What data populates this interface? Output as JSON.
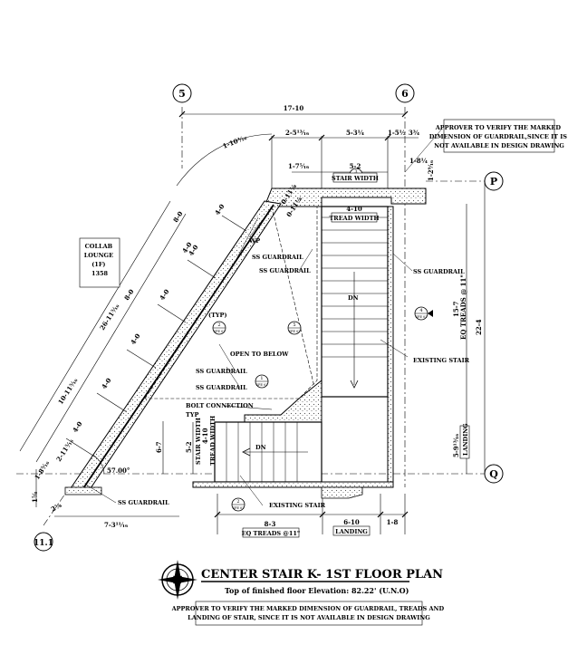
{
  "grid": {
    "col_5": "5",
    "col_6": "6",
    "row_p": "P",
    "row_q": "Q",
    "col_11_1": "11.1"
  },
  "dimensions": {
    "overall_width": "17-10",
    "top_a": "2-5¹³⁄₁₆",
    "top_b": "5-3¹⁄₄",
    "top_c": "1-5¹⁄₂",
    "top_d": "3³⁄₄",
    "arc": "1-10³⁄₁₆",
    "small_a": "1-7⁵⁄₁₆",
    "stair_width_top_value": "5-2",
    "stair_width_label": "STAIR WIDTH",
    "guard_gap": "1-8¹⁄₄",
    "right_small": "1-2⁹⁄₁₆",
    "tread_width_top_value": "4-10",
    "tread_width_label": "TREAD WIDTH",
    "rail_a": "0-11¹⁄₈",
    "rail_b": "0-11¹⁄₈",
    "diag_segments": [
      "4-0",
      "4-0",
      "4-0",
      "4-0",
      "4-0",
      "4-0",
      "4-0"
    ],
    "diag_outer_a": "8-0",
    "diag_outer_b": "8-0",
    "diag_total": "26-11⁵⁄₁₆",
    "diag_mid": "10-11⁵⁄₁₆",
    "diag_low": "2-11⁵⁄₁₆",
    "left_small_a": "1-8⁵⁄₁₆",
    "left_small_b": "1⁵⁄₈",
    "bottom_left_small": "2⁵⁄₈",
    "bottom_left": "7-3¹¹⁄₁₆",
    "angle": "57.00°",
    "right_eq_treads": "EQ TREADS @ 11\"",
    "right_eq_value": "15-7",
    "right_total": "22-4",
    "landing_right_value": "5-9¹³⁄₁₆",
    "landing_label": "LANDING",
    "lower_height": "6-7",
    "lower_stair_width_value": "5-2",
    "lower_tread_width_value": "4-10",
    "bottom_treads_value": "8-3",
    "bottom_treads_label": "EQ TREADS @11\"",
    "bottom_landing_value": "6-10",
    "bottom_right": "1-8"
  },
  "labels": {
    "room_name": "COLLAB\nLOUNGE\n(1F)\n1358",
    "wp": "WP",
    "ss_guardrail": "SS GUARDRAIL",
    "dn": "DN",
    "typ": "(TYP)",
    "open_below": "OPEN TO BELOW",
    "existing_stair": "EXISTING STAIR",
    "bolt_connection": "BOLT CONNECTION",
    "typ_plain": "TYP"
  },
  "callouts": [
    {
      "num": "3",
      "sheet": "SPE 02"
    },
    {
      "num": "4",
      "sheet": "SPE 02"
    },
    {
      "num": "5",
      "sheet": "SPE 02"
    },
    {
      "num": "1",
      "sheet": "SPE 02"
    },
    {
      "num": "2",
      "sheet": "SPE 02"
    },
    {
      "num": "2",
      "sheet": "SPE 02"
    }
  ],
  "notes": {
    "approver_top": "APPROVER TO VERIFY THE MARKED\nDIMENSION OF GUARDRAIL,SINCE IT IS\nNOT AVAILABLE IN DESIGN DRAWING",
    "approver_bottom": "APPROVER TO VERIFY THE MARKED DIMENSION OF GUARDRAIL, TREADS AND\nLANDING OF STAIR, SINCE IT IS NOT AVAILABLE IN DESIGN DRAWING"
  },
  "title_block": {
    "north": "N",
    "title": "CENTER STAIR K- 1ST FLOOR PLAN",
    "subtitle": "Top of finished floor Elevation: 82.22' (U.N.O)"
  }
}
